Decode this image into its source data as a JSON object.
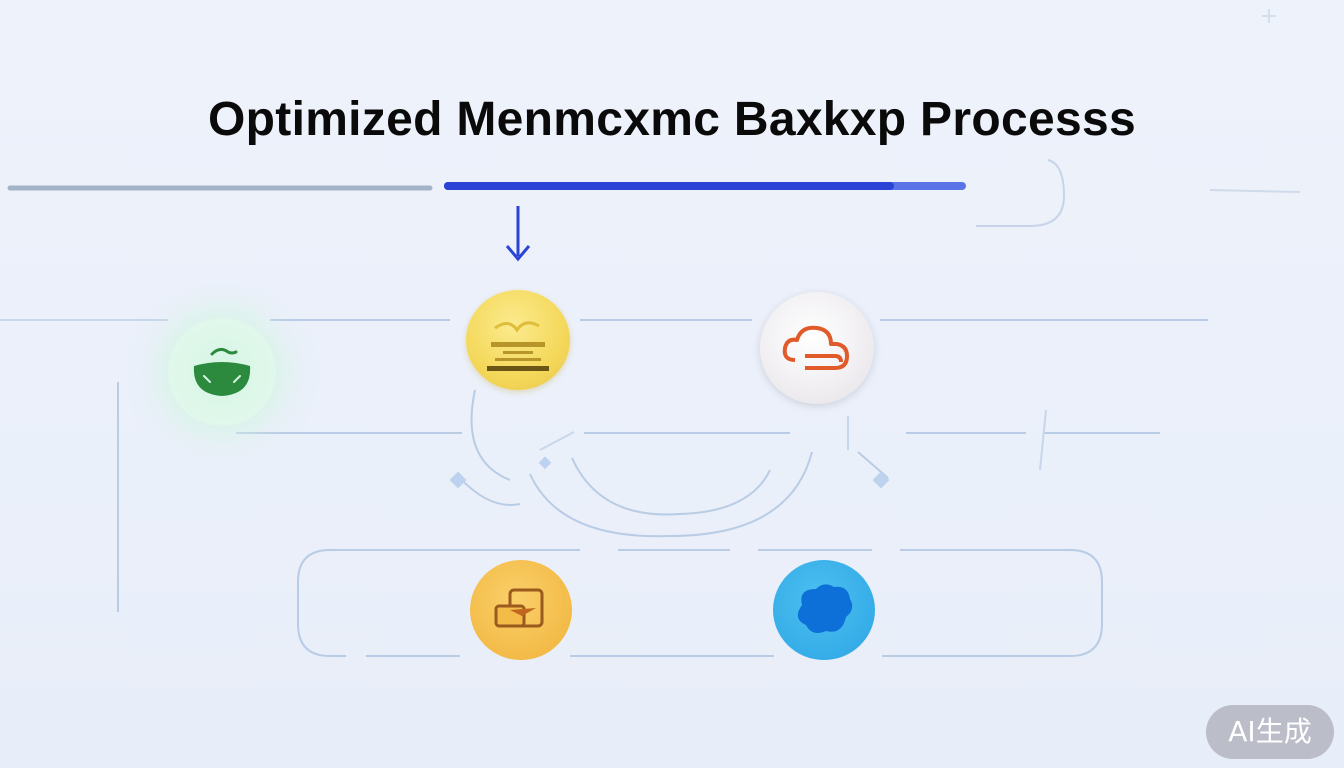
{
  "title": "Optimized Menmcxmc Baxkxp Processs",
  "watermark": "AI生成",
  "colors": {
    "title_text": "#0a0a0a",
    "progress_track": "#9fb1c8",
    "progress_fill": "#2b44d6",
    "connector": "#b9cce6",
    "arrow": "#2b44d6",
    "green_icon": "#2c8a3e",
    "cloud_icon": "#e05a2a",
    "orange_icon": "#9b5a1e",
    "blue_icon": "#0d6fd8"
  },
  "progress": {
    "fraction": 0.86
  },
  "nodes": [
    {
      "id": "green-node",
      "icon": "basket-icon"
    },
    {
      "id": "yellow-node",
      "icon": "server-stack-icon"
    },
    {
      "id": "cloud-node",
      "icon": "cloud-icon"
    },
    {
      "id": "orange-node",
      "icon": "folder-icon"
    },
    {
      "id": "blue-node",
      "icon": "blob-icon"
    }
  ]
}
